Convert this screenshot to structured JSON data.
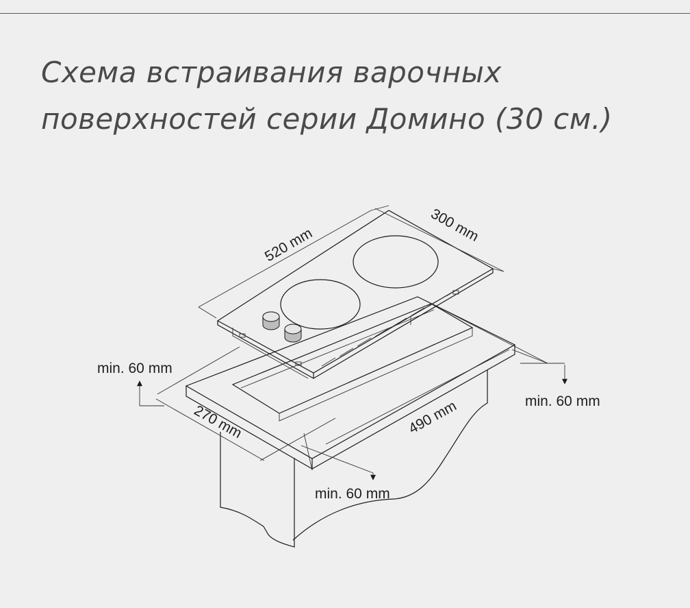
{
  "title_line1": "Схема встраивания варочных",
  "title_line2": "поверхностей серии Домино (30 см.)",
  "dimensions": {
    "hob_length": "520 mm",
    "hob_width": "300 mm",
    "cutout_width": "270 mm",
    "cutout_length": "490 mm",
    "clearance_left": "min. 60 mm",
    "clearance_right": "min. 60 mm",
    "clearance_front": "min. 60 mm"
  },
  "colors": {
    "background": "#efefef",
    "line": "#1a1a1a",
    "title": "#4a4a4a"
  }
}
